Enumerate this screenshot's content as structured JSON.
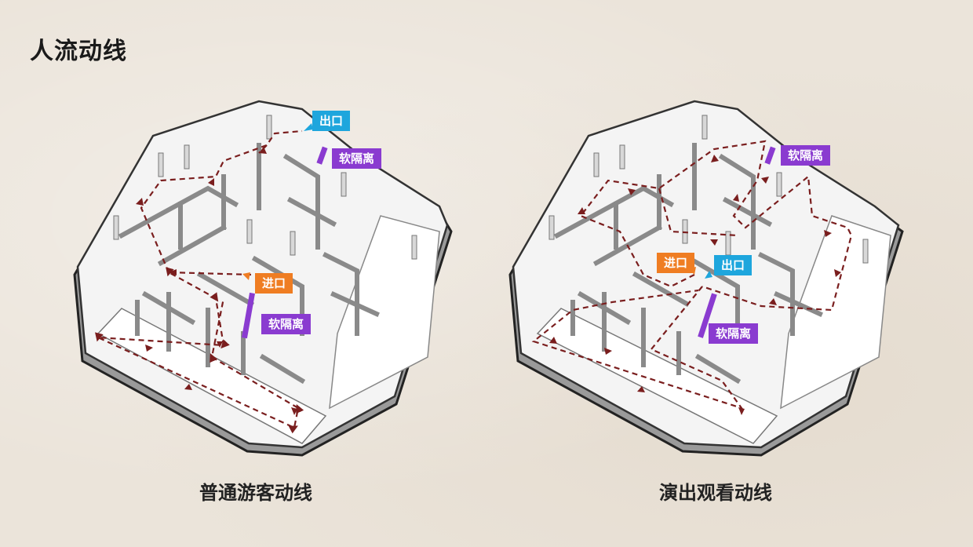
{
  "page": {
    "title": "人流动线"
  },
  "colors": {
    "exit": "#1ea6dd",
    "entry": "#ef7d22",
    "soft": "#8a3bd0",
    "route": "#7a1e1e"
  },
  "left_plan": {
    "caption": "普通游客动线",
    "labels": {
      "exit": "出口",
      "entry": "进口",
      "soft": "软隔离"
    }
  },
  "right_plan": {
    "caption": "演出观看动线",
    "labels": {
      "exit": "出口",
      "entry": "进口",
      "soft": "软隔离"
    }
  }
}
